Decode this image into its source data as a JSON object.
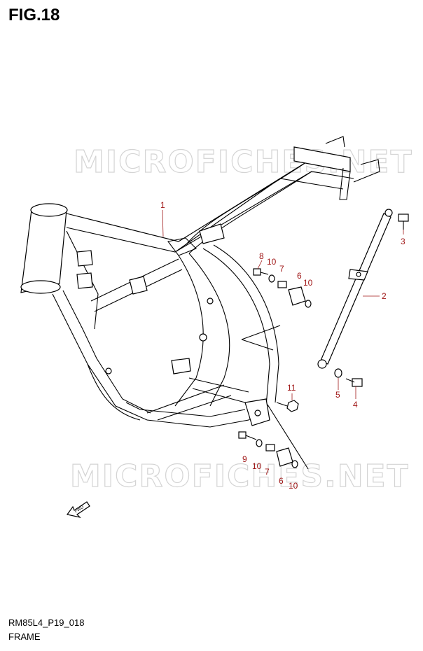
{
  "figure": {
    "title": "FIG.18"
  },
  "footer": {
    "code": "RM85L4_P19_018",
    "name": "FRAME"
  },
  "watermark": "MICROFICHES.NET",
  "fwd_label": "FWD",
  "callouts": {
    "c1": "1",
    "c2": "2",
    "c3": "3",
    "c4": "4",
    "c5": "5",
    "c6a": "6",
    "c6b": "6",
    "c7a": "7",
    "c7b": "7",
    "c8": "8",
    "c9": "9",
    "c10a": "10",
    "c10b": "10",
    "c10c": "10",
    "c10d": "10",
    "c11": "11"
  },
  "colors": {
    "callout": "#a01818",
    "line": "#000000",
    "watermark": "#d4d4d4"
  }
}
